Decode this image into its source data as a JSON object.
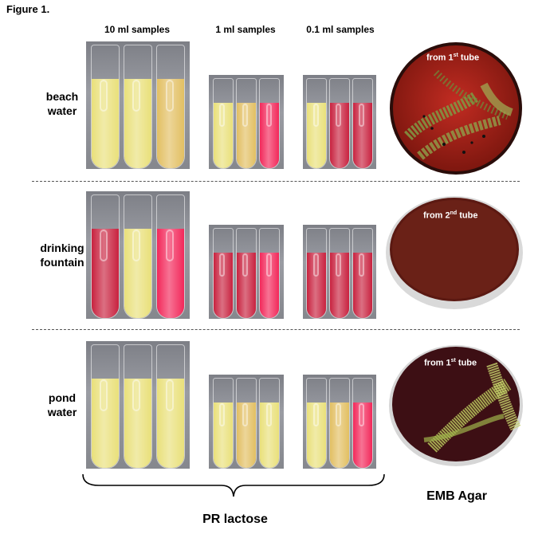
{
  "figure_label": "Figure 1.",
  "columns": {
    "c10": "10 ml samples",
    "c1": "1 ml samples",
    "c01": "0.1 ml samples"
  },
  "rows": [
    {
      "label_line1": "beach",
      "label_line2": "water",
      "plate_prefix": "from 1",
      "plate_sup": "st",
      "plate_suffix": " tube"
    },
    {
      "label_line1": "drinking",
      "label_line2": "fountain",
      "plate_prefix": "from 2",
      "plate_sup": "nd",
      "plate_suffix": " tube"
    },
    {
      "label_line1": "pond",
      "label_line2": "water",
      "plate_prefix": "from 1",
      "plate_sup": "st",
      "plate_suffix": " tube"
    }
  ],
  "footer": {
    "pr_lactose": "PR lactose",
    "emb_agar": "EMB Agar"
  },
  "colors": {
    "yellow": "#e9e07a",
    "amber": "#e2bf62",
    "red": "#c8223f",
    "pink": "#f2285a",
    "agar_red": "#a8231c",
    "agar_dark": "#5b1912",
    "agar_maroon": "#3d0f14",
    "growth_green": "#8fa04a"
  },
  "tube_colors": [
    [
      [
        "yellow",
        "yellow",
        "amber"
      ],
      [
        "yellow",
        "amber",
        "pink"
      ],
      [
        "yellow",
        "red",
        "red"
      ]
    ],
    [
      [
        "red",
        "yellow",
        "pink"
      ],
      [
        "red",
        "red",
        "pink"
      ],
      [
        "red",
        "red",
        "red"
      ]
    ],
    [
      [
        "yellow",
        "yellow",
        "yellow"
      ],
      [
        "yellow",
        "amber",
        "yellow"
      ],
      [
        "yellow",
        "amber",
        "pink"
      ]
    ]
  ]
}
